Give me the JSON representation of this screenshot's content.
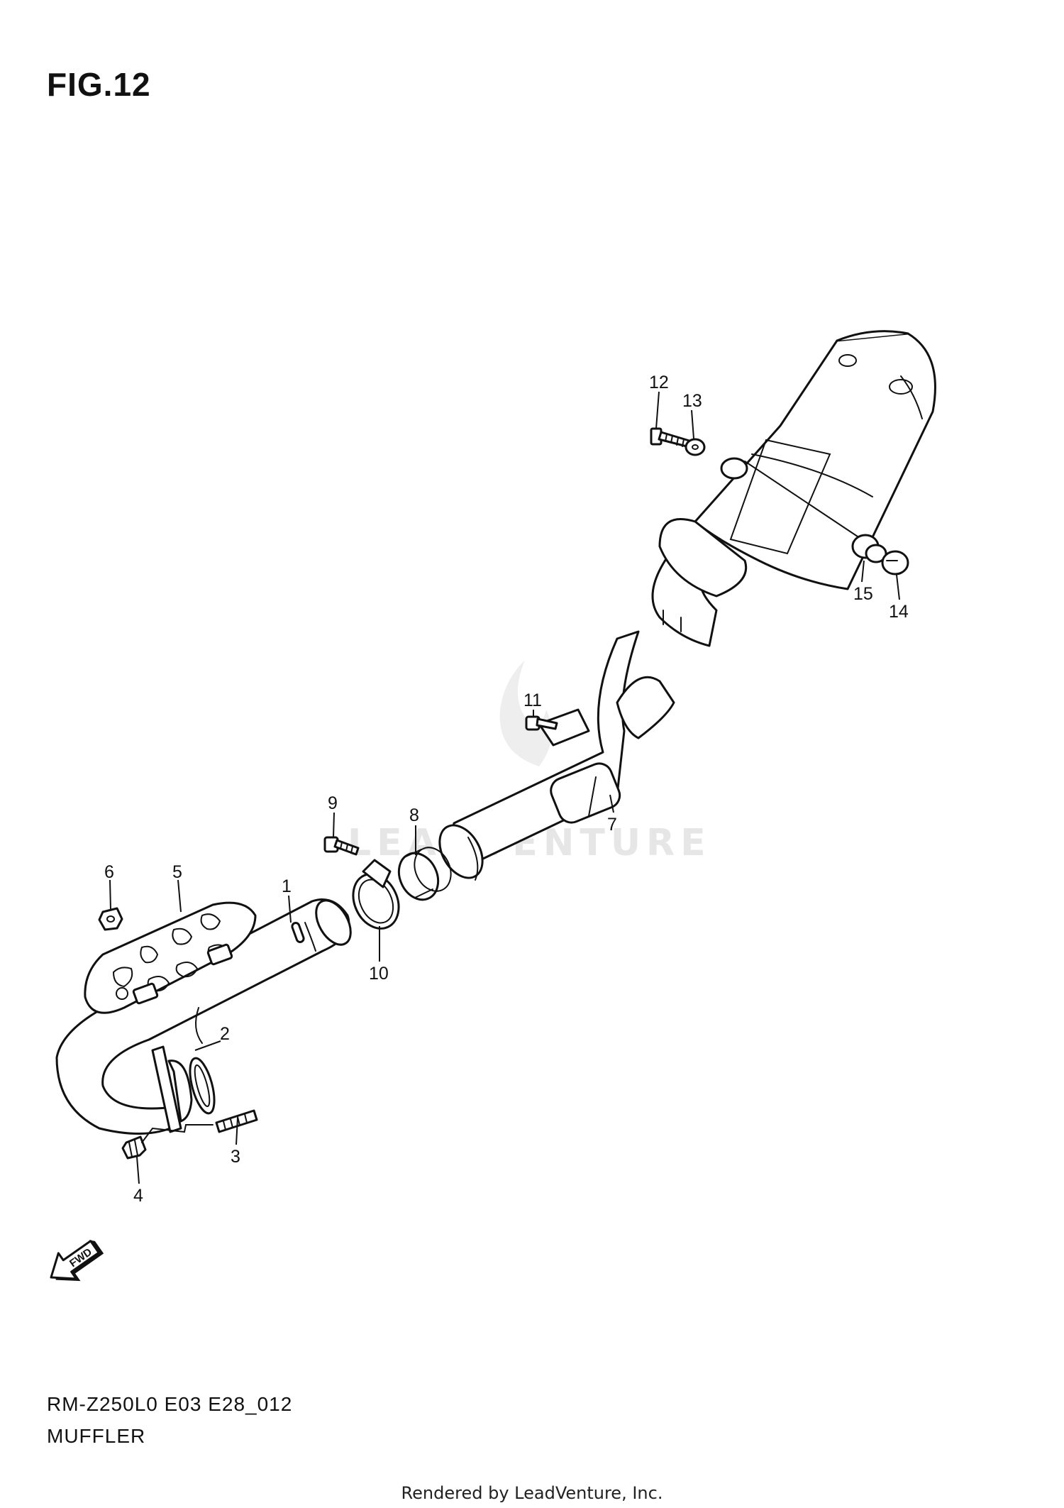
{
  "figure": {
    "title": "FIG.12",
    "code": "RM-Z250L0 E03 E28_012",
    "name": "MUFFLER"
  },
  "watermark": {
    "text": "LEADVENTURE"
  },
  "fwd_arrow": {
    "label": "FWD"
  },
  "footer": {
    "text": "Rendered by LeadVenture, Inc."
  },
  "callouts": [
    "1",
    "2",
    "3",
    "4",
    "5",
    "6",
    "7",
    "8",
    "9",
    "10",
    "11",
    "12",
    "13",
    "14",
    "15"
  ],
  "colors": {
    "line": "#111111",
    "background": "#ffffff",
    "watermark": "#e6e6e6"
  }
}
